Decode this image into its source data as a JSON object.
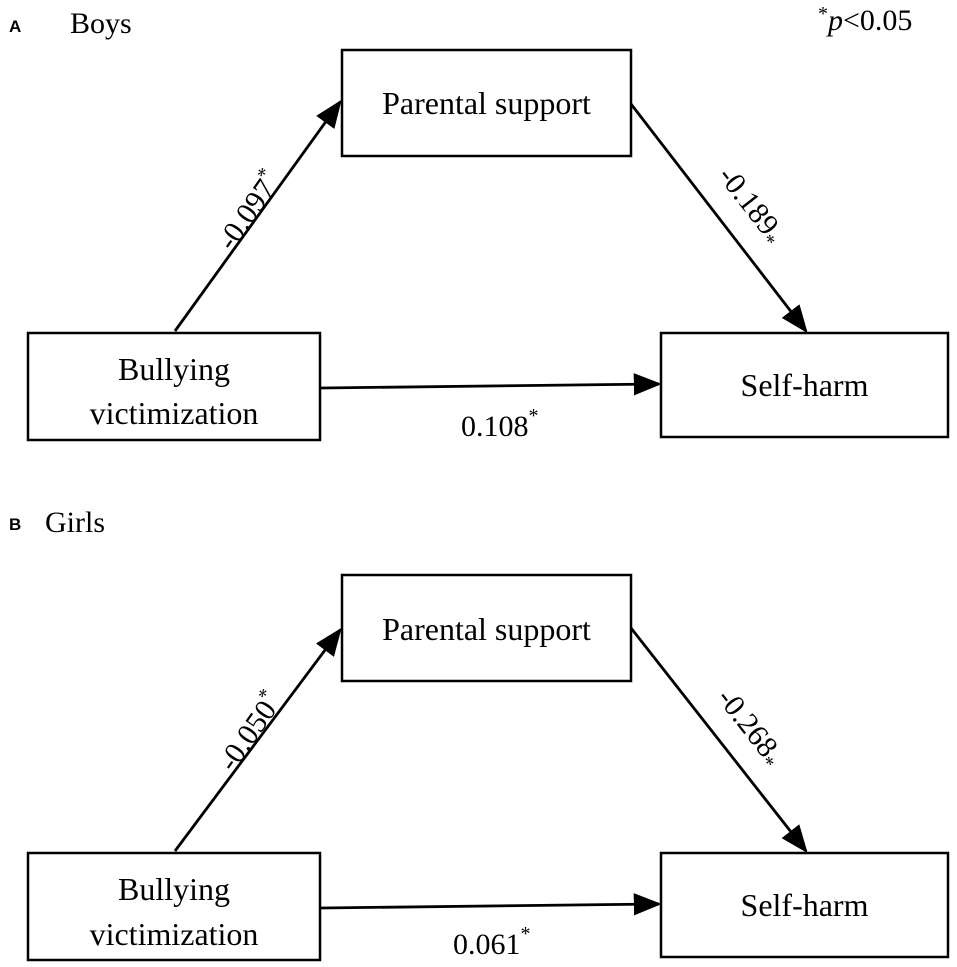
{
  "note": {
    "star": "*",
    "p": "p",
    "text": "<0.05"
  },
  "panels": [
    {
      "letter": "A",
      "title": "Boys",
      "nodes": {
        "mediator": "Parental support",
        "predictor_line1": "Bullying",
        "predictor_line2": "victimization",
        "outcome": "Self-harm"
      },
      "paths": {
        "a": {
          "value": "-0.097",
          "sig": "*"
        },
        "b": {
          "value": "-0.189",
          "sig": "*"
        },
        "c": {
          "value": "0.108",
          "sig": "*"
        }
      }
    },
    {
      "letter": "B",
      "title": "Girls",
      "nodes": {
        "mediator": "Parental support",
        "predictor_line1": "Bullying",
        "predictor_line2": "victimization",
        "outcome": "Self-harm"
      },
      "paths": {
        "a": {
          "value": "-0.050",
          "sig": "*"
        },
        "b": {
          "value": "-0.268",
          "sig": "*"
        },
        "c": {
          "value": "0.061",
          "sig": "*"
        }
      }
    }
  ]
}
